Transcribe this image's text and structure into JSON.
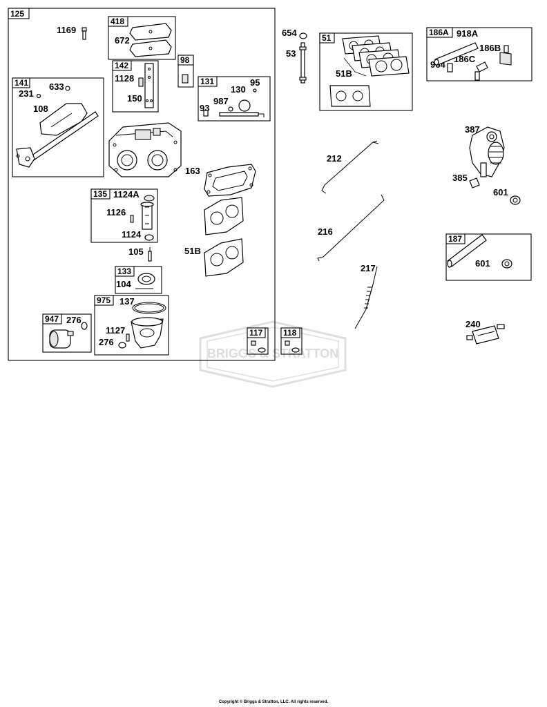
{
  "labels": {
    "frame_125": "125",
    "p1169": "1169",
    "frame_418": "418",
    "p672": "672",
    "frame_98": "98",
    "frame_142": "142",
    "p1128": "1128",
    "p150": "150",
    "frame_141": "141",
    "p231": "231",
    "p633": "633",
    "p108": "108",
    "frame_131": "131",
    "p95": "95",
    "p130": "130",
    "p987": "987",
    "p93": "93",
    "p163": "163",
    "frame_135": "135",
    "p1124A": "1124A",
    "p1126": "1126",
    "p1124": "1124",
    "p51B_left": "51B",
    "p105": "105",
    "frame_133": "133",
    "p104": "104",
    "frame_975": "975",
    "p137": "137",
    "frame_947": "947",
    "p276_a": "276",
    "p1127": "1127",
    "p276_b": "276",
    "frame_117": "117",
    "frame_118": "118",
    "p654": "654",
    "p53": "53",
    "frame_51": "51",
    "p51B_right": "51B",
    "frame_186A": "186A",
    "p918A": "918A",
    "p186B": "186B",
    "p964": "964",
    "p186C": "186C",
    "p387": "387",
    "p385": "385",
    "p601_a": "601",
    "p212": "212",
    "p216": "216",
    "p217": "217",
    "frame_187": "187",
    "p601_b": "601",
    "p240": "240"
  },
  "watermark": "BRIGGS & STRATTON",
  "copyright": "Copyright © Briggs & Stratton, LLC. All rights reserved."
}
